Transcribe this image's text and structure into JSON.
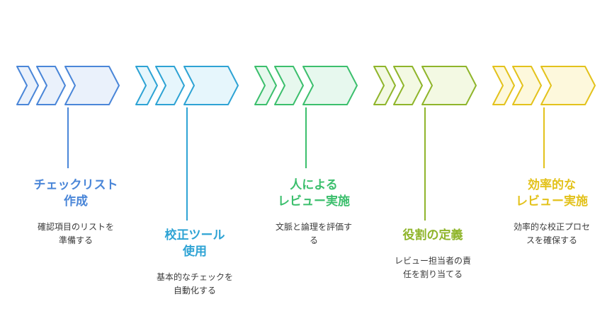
{
  "steps": [
    {
      "title_lines": [
        "チェックリスト",
        "作成"
      ],
      "desc_lines": [
        "確認項目のリストを",
        "準備する"
      ],
      "color": "#4a86d8",
      "fill": "#eaf1fb"
    },
    {
      "title_lines": [
        "校正ツール",
        "使用"
      ],
      "desc_lines": [
        "基本的なチェックを",
        "自動化する"
      ],
      "color": "#2ea3d4",
      "fill": "#e6f6fc"
    },
    {
      "title_lines": [
        "人による",
        "レビュー実施"
      ],
      "desc_lines": [
        "文脈と論理を評価す",
        "る"
      ],
      "color": "#3cbf6d",
      "fill": "#e7f8ee"
    },
    {
      "title_lines": [
        "役割の定義"
      ],
      "desc_lines": [
        "レビュー担当者の責",
        "任を割り当てる"
      ],
      "color": "#8fb52b",
      "fill": "#f3f9e3"
    },
    {
      "title_lines": [
        "効率的な",
        "レビュー実施"
      ],
      "desc_lines": [
        "効率的な校正プロセ",
        "スを確保する"
      ],
      "color": "#e3c21c",
      "fill": "#fdf8dc"
    }
  ]
}
